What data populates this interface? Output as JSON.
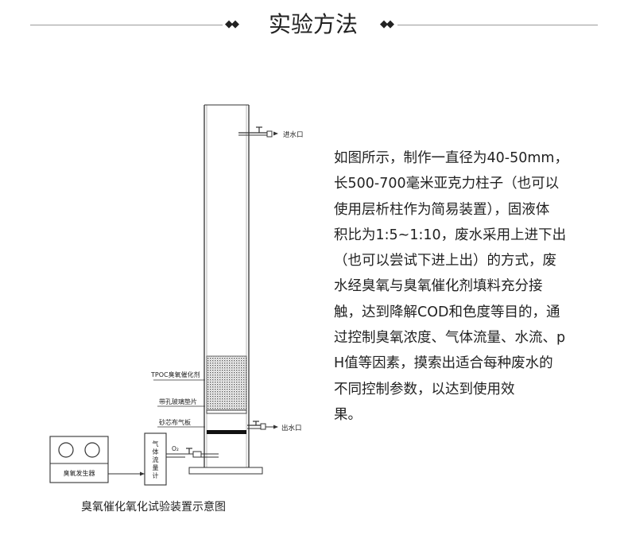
{
  "header": {
    "title": "实验方法",
    "ornament_left": "◆◆",
    "ornament_right": "◆◆"
  },
  "diagram": {
    "caption": "臭氧催化氧化试验装置示意图",
    "labels": {
      "inlet": "进水口",
      "outlet": "出水口",
      "catalyst": "TPOC臭氧催化剂",
      "glass_plate": "带孔玻璃垫片",
      "sand_plate": "砂芯布气板",
      "ozone_generator": "臭氧发生器",
      "flowmeter": [
        "气",
        "体",
        "流",
        "量",
        "计"
      ],
      "o2": "O₂"
    }
  },
  "description": {
    "lines": [
      "如图所示，制作一直径为40-50mm，",
      "长500-700毫米亚克力柱子（也可以",
      "使用层析柱作为简易装置），固液体",
      "积比为1:5~1:10，废水采用上进下出",
      "（也可以尝试下进上出）的方式，废",
      "水经臭氧与臭氧催化剂填料充分接",
      "触，达到降解COD和色度等目的，通",
      "过控制臭氧浓度、气体流量、水流、p",
      "H值等因素，摸索出适合每种废水的",
      "不同控制参数，以达到使用效",
      "果。"
    ]
  }
}
